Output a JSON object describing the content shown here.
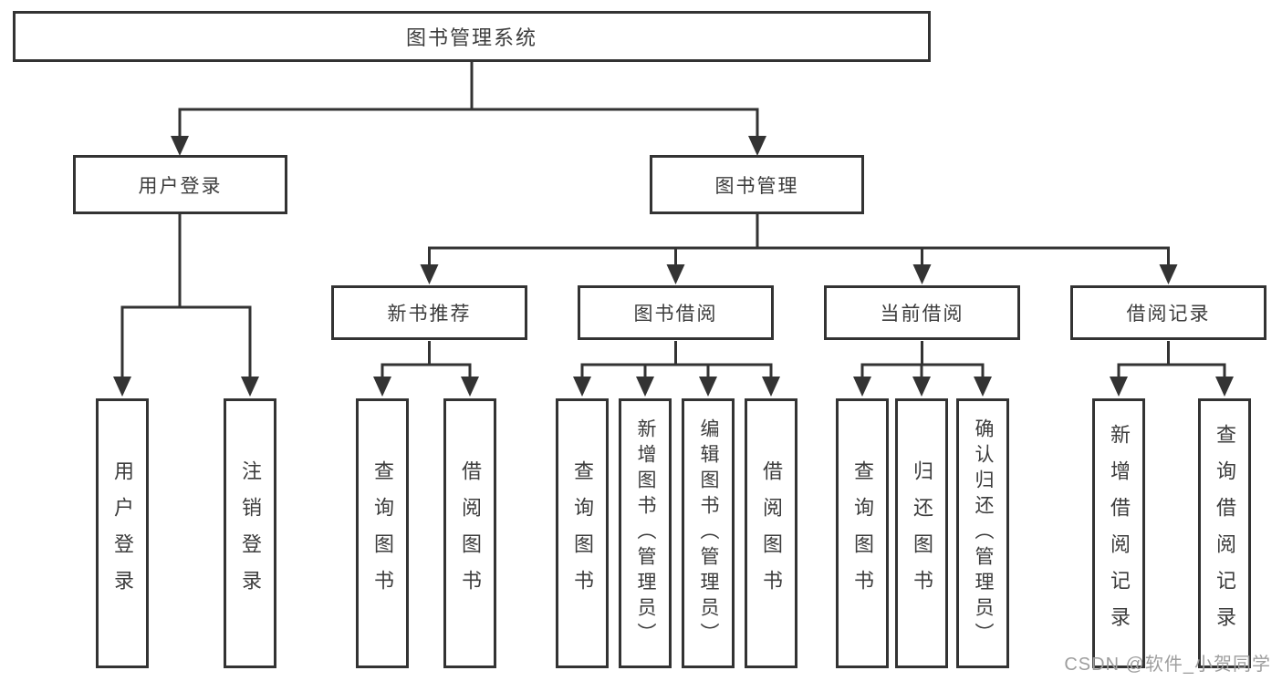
{
  "tree": {
    "root": {
      "label": "图书管理系统"
    },
    "branches": [
      {
        "label": "用户登录",
        "leaves": [
          {
            "label": "用户登录"
          },
          {
            "label": "注销登录"
          }
        ]
      },
      {
        "label": "图书管理",
        "groups": [
          {
            "label": "新书推荐",
            "leaves": [
              {
                "label": "查询图书"
              },
              {
                "label": "借阅图书"
              }
            ]
          },
          {
            "label": "图书借阅",
            "leaves": [
              {
                "label": "查询图书"
              },
              {
                "label": "新增图书（管理员）"
              },
              {
                "label": "编辑图书（管理员）"
              },
              {
                "label": "借阅图书"
              }
            ]
          },
          {
            "label": "当前借阅",
            "leaves": [
              {
                "label": "查询图书"
              },
              {
                "label": "归还图书"
              },
              {
                "label": "确认归还（管理员）"
              }
            ]
          },
          {
            "label": "借阅记录",
            "leaves": [
              {
                "label": "新增借阅记录"
              },
              {
                "label": "查询借阅记录"
              }
            ]
          }
        ]
      }
    ]
  },
  "watermark": {
    "text": "CSDN @软件_小贺同学"
  },
  "colors": {
    "line": "#333333",
    "text": "#3c3c3c",
    "watermark": "#9e9e9e",
    "background": "#ffffff"
  }
}
